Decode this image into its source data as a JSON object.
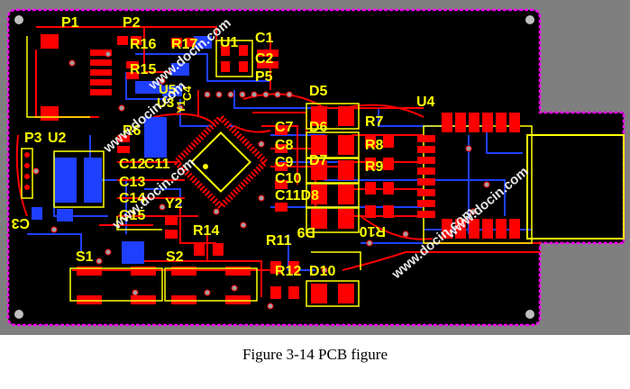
{
  "caption": "Figure 3-14 PCB figure",
  "watermarks": [
    "www.docin.com",
    "www.docin.com",
    "www.docin.com",
    "www.docin.com",
    "www.docin.com"
  ],
  "labels": {
    "P1": "P1",
    "P2": "P2",
    "R16": "R16",
    "R17": "R17",
    "U1": "U1",
    "C1": "C1",
    "C2": "C2",
    "R15": "R15",
    "P5": "P5",
    "U5": "U5",
    "U3": "U3",
    "D5": "D5",
    "C4": "C4",
    "R7": "R7",
    "U4": "U4",
    "P3": "P3",
    "U2": "U2",
    "R6": "R6",
    "C7": "C7",
    "D6": "D6",
    "R8": "R8",
    "C8": "C8",
    "C9": "C9",
    "D7": "D7",
    "R9": "R9",
    "C12": "C12",
    "C11": "C11",
    "C13": "C13",
    "C10": "C10",
    "C14": "C14",
    "Y2": "Y2",
    "C110": "C11D8",
    "C15": "C15",
    "R10": "R10",
    "C3": "C3",
    "R14": "R14",
    "D9": "D9",
    "R11": "R11",
    "S1": "S1",
    "S2": "S2",
    "R12": "R12",
    "D10": "D10",
    "Y1": "Y1"
  },
  "colors": {
    "background": "#7f7f7f",
    "board": "#000000",
    "outline": "#ff00ff",
    "copper_top": "#ff0000",
    "copper_bottom": "#1f3fff",
    "silkscreen": "#ffff00",
    "via": "#a0a0a0"
  }
}
